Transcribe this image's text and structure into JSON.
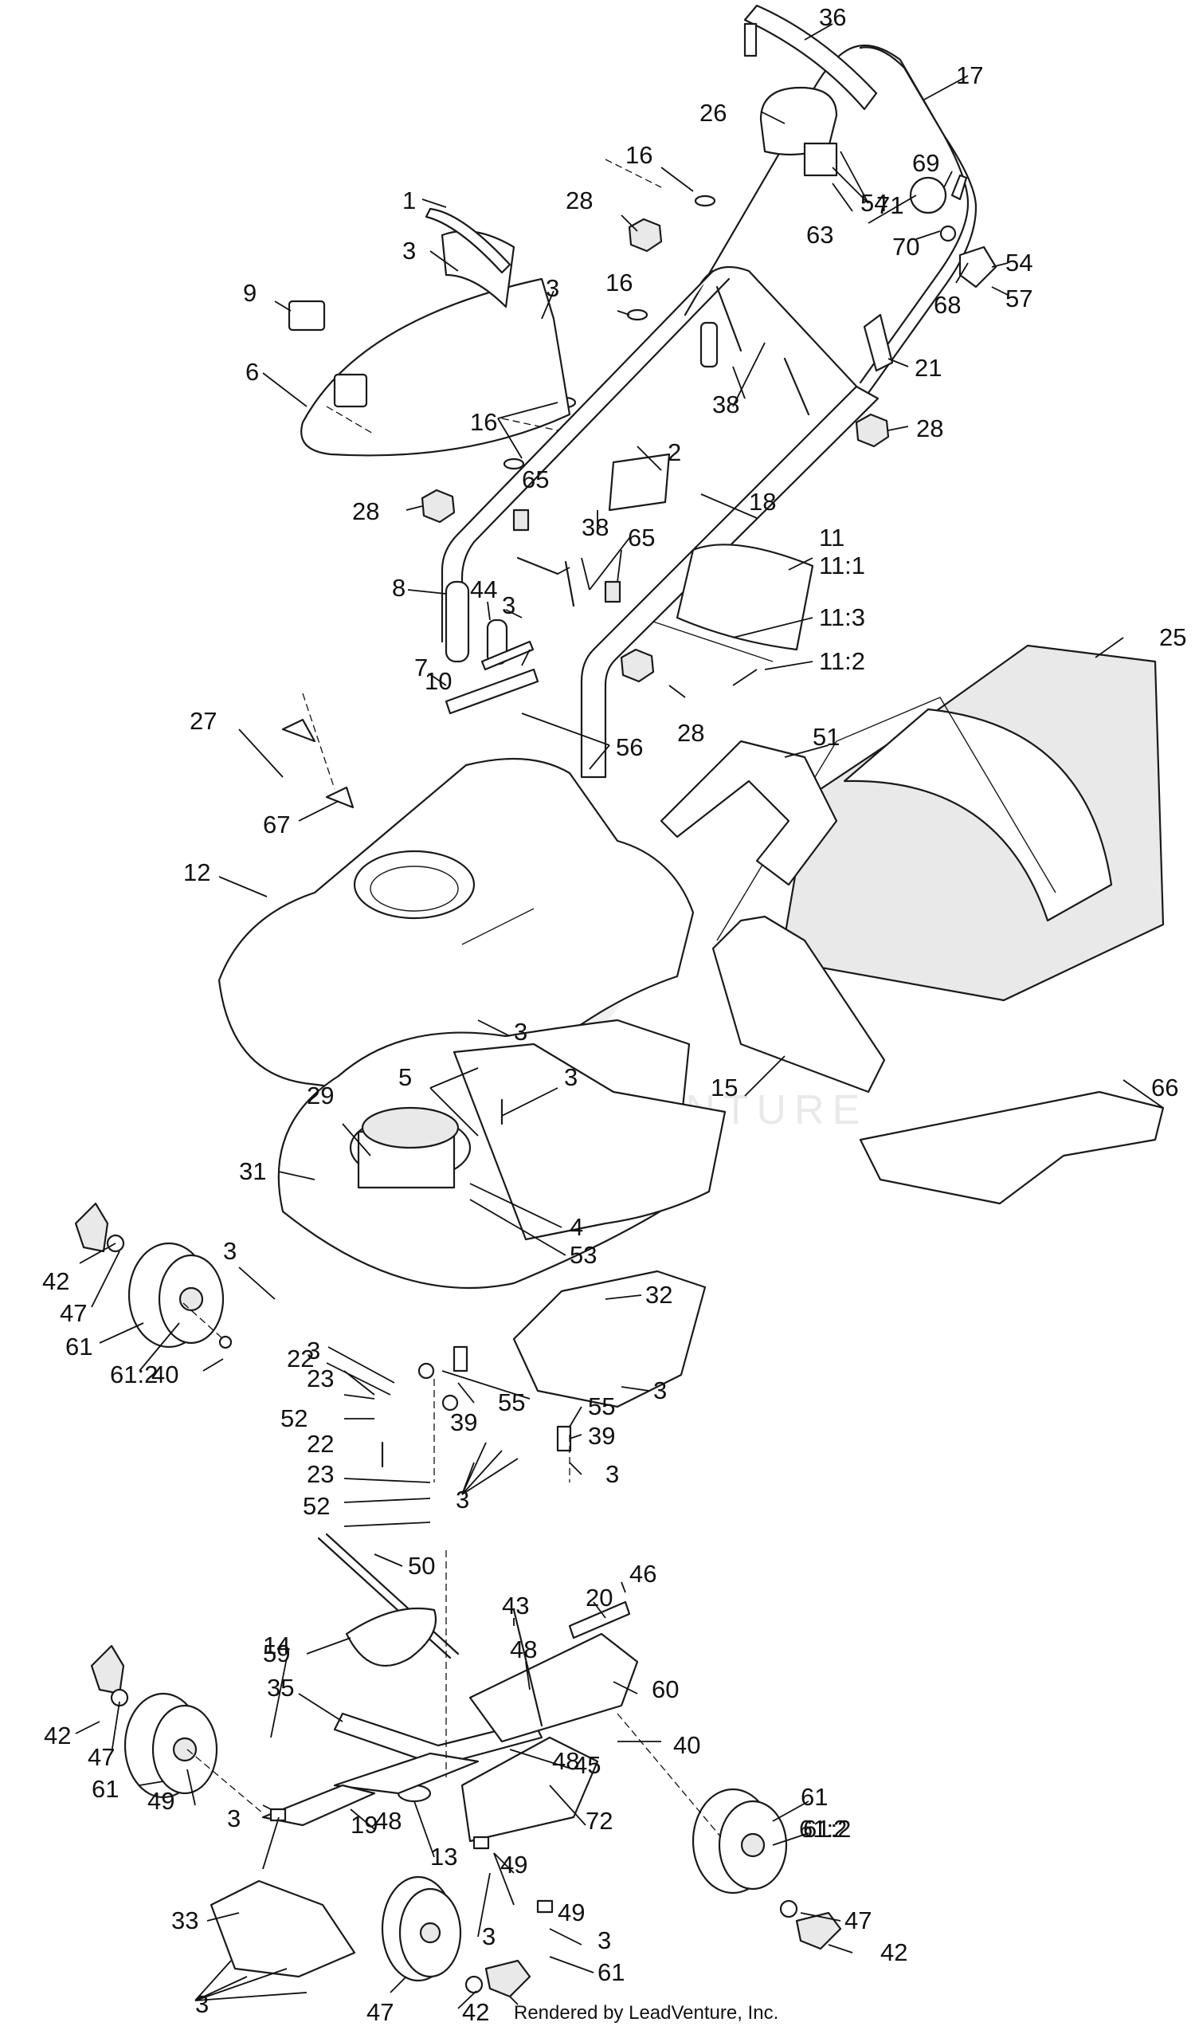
{
  "footer": {
    "text": "Rendered by LeadVenture, Inc."
  },
  "watermark": {
    "text": "LEADVENTURE"
  },
  "colors": {
    "line": "#1a1a1a",
    "shade": "#e9e9e9",
    "watermark": "#d8d8d8"
  },
  "callouts": [
    "36",
    "17",
    "26",
    "16",
    "69",
    "54",
    "63",
    "71",
    "70",
    "54",
    "57",
    "68",
    "1",
    "28",
    "3",
    "3",
    "9",
    "16",
    "6",
    "38",
    "21",
    "28",
    "16",
    "2",
    "18",
    "65",
    "28",
    "38",
    "11",
    "11:1",
    "65",
    "8",
    "44",
    "3",
    "11:3",
    "10",
    "11:2",
    "7",
    "25",
    "56",
    "28",
    "27",
    "51",
    "67",
    "12",
    "3",
    "66",
    "5",
    "3",
    "15",
    "29",
    "31",
    "4",
    "53",
    "3",
    "42",
    "47",
    "61",
    "32",
    "61:2",
    "40",
    "3",
    "3",
    "22",
    "23",
    "55",
    "39",
    "52",
    "55",
    "39",
    "22",
    "3",
    "23",
    "3",
    "52",
    "50",
    "46",
    "20",
    "43",
    "14",
    "48",
    "35",
    "60",
    "40",
    "42",
    "59",
    "47",
    "48",
    "45",
    "61",
    "61",
    "19",
    "72",
    "61:2",
    "49",
    "61:2",
    "3",
    "48",
    "13",
    "49",
    "3",
    "47",
    "33",
    "49",
    "42",
    "3",
    "3",
    "61",
    "47",
    "42"
  ]
}
